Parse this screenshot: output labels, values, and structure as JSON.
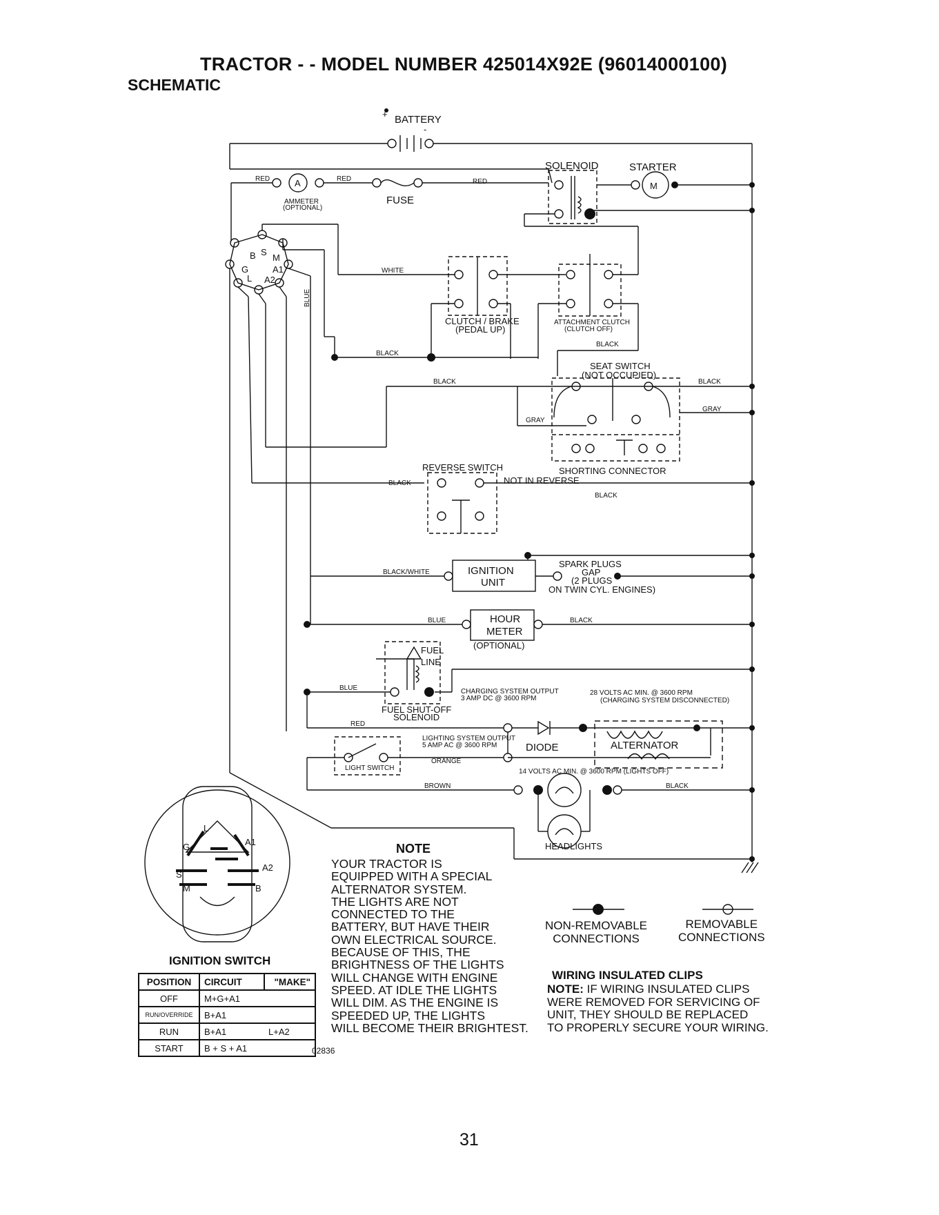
{
  "header": {
    "title": "TRACTOR - - MODEL NUMBER  425014X92E (96014000100)",
    "subtitle": "SCHEMATIC"
  },
  "components": {
    "battery": "BATTERY",
    "solenoid": "SOLENOID",
    "starter": "STARTER",
    "ammeter": "AMMETER",
    "ammeter_opt": "(OPTIONAL)",
    "fuse": "FUSE",
    "clutch_brake": "CLUTCH / BRAKE",
    "clutch_brake_sub": "(PEDAL UP)",
    "attachment_clutch": "ATTACHMENT CLUTCH",
    "attachment_clutch_sub": "(CLUTCH OFF)",
    "seat_switch": "SEAT SWITCH",
    "seat_switch_sub": "(NOT OCCUPIED)",
    "shorting_connector": "SHORTING CONNECTOR",
    "reverse_switch": "REVERSE SWITCH",
    "not_in_reverse": "NOT IN REVERSE",
    "ignition_unit_1": "IGNITION",
    "ignition_unit_2": "UNIT",
    "spark_plugs": "SPARK PLUGS",
    "gap": "GAP",
    "two_plugs": "(2 PLUGS",
    "twin_cyl": "ON TWIN CYL. ENGINES)",
    "hour_meter_1": "HOUR",
    "hour_meter_2": "METER",
    "optional": "(OPTIONAL)",
    "fuel": "FUEL",
    "line": "LINE",
    "fuel_shutoff": "FUEL SHUT-OFF",
    "solenoid2": "SOLENOID",
    "charging_output": "CHARGING SYSTEM OUTPUT",
    "charging_amp": "3 AMP DC @ 3600 RPM",
    "volts28": "28 VOLTS AC MIN. @ 3600 RPM",
    "charging_disc": "(CHARGING SYSTEM DISCONNECTED)",
    "lighting_output": "LIGHTING SYSTEM OUTPUT",
    "lighting_amp": "5 AMP AC @ 3600 RPM",
    "diode": "DIODE",
    "alternator": "ALTERNATOR",
    "light_switch": "LIGHT SWITCH",
    "volts14": "14 VOLTS AC MIN. @ 3600 RPM (LIGHTS OFF)",
    "headlights": "HEADLIGHTS"
  },
  "terminals": [
    "B",
    "S",
    "M",
    "G",
    "L",
    "A1",
    "A2"
  ],
  "wires": {
    "red": "RED",
    "white": "WHITE",
    "blue": "BLUE",
    "black": "BLACK",
    "gray": "GRAY",
    "black_white": "BLACK/WHITE",
    "orange": "ORANGE",
    "brown": "BROWN"
  },
  "note": {
    "title": "NOTE",
    "body": "YOUR TRACTOR IS\nEQUIPPED WITH A SPECIAL\nALTERNATOR SYSTEM.\nTHE LIGHTS ARE NOT\nCONNECTED TO THE\nBATTERY, BUT HAVE THEIR\nOWN ELECTRICAL SOURCE.\nBECAUSE OF THIS, THE\nBRIGHTNESS OF THE LIGHTS\nWILL CHANGE WITH ENGINE\nSPEED.  AT IDLE THE LIGHTS\nWILL DIM.  AS THE ENGINE IS\nSPEEDED UP, THE LIGHTS\nWILL BECOME THEIR BRIGHTEST."
  },
  "ignition_switch": {
    "title": "IGNITION SWITCH",
    "headers": [
      "POSITION",
      "CIRCUIT",
      "\"MAKE\""
    ],
    "rows": [
      {
        "position": "OFF",
        "circuit": "M+G+A1",
        "make": ""
      },
      {
        "position": "RUN/OVERRIDE",
        "circuit": "B+A1",
        "make": ""
      },
      {
        "position": "RUN",
        "circuit": "B+A1",
        "make": "L+A2"
      },
      {
        "position": "START",
        "circuit": "B + S + A1",
        "make": ""
      }
    ]
  },
  "legend": {
    "non_removable": "NON-REMOVABLE\nCONNECTIONS",
    "removable": "REMOVABLE\nCONNECTIONS"
  },
  "clips": {
    "title": "WIRING INSULATED CLIPS",
    "note_label": "NOTE:",
    "body": " IF WIRING INSULATED CLIPS\nWERE REMOVED FOR SERVICING OF\n UNIT, THEY SHOULD BE REPLACED\nTO PROPERLY SECURE YOUR WIRING."
  },
  "code": "02836",
  "page_number": "31"
}
